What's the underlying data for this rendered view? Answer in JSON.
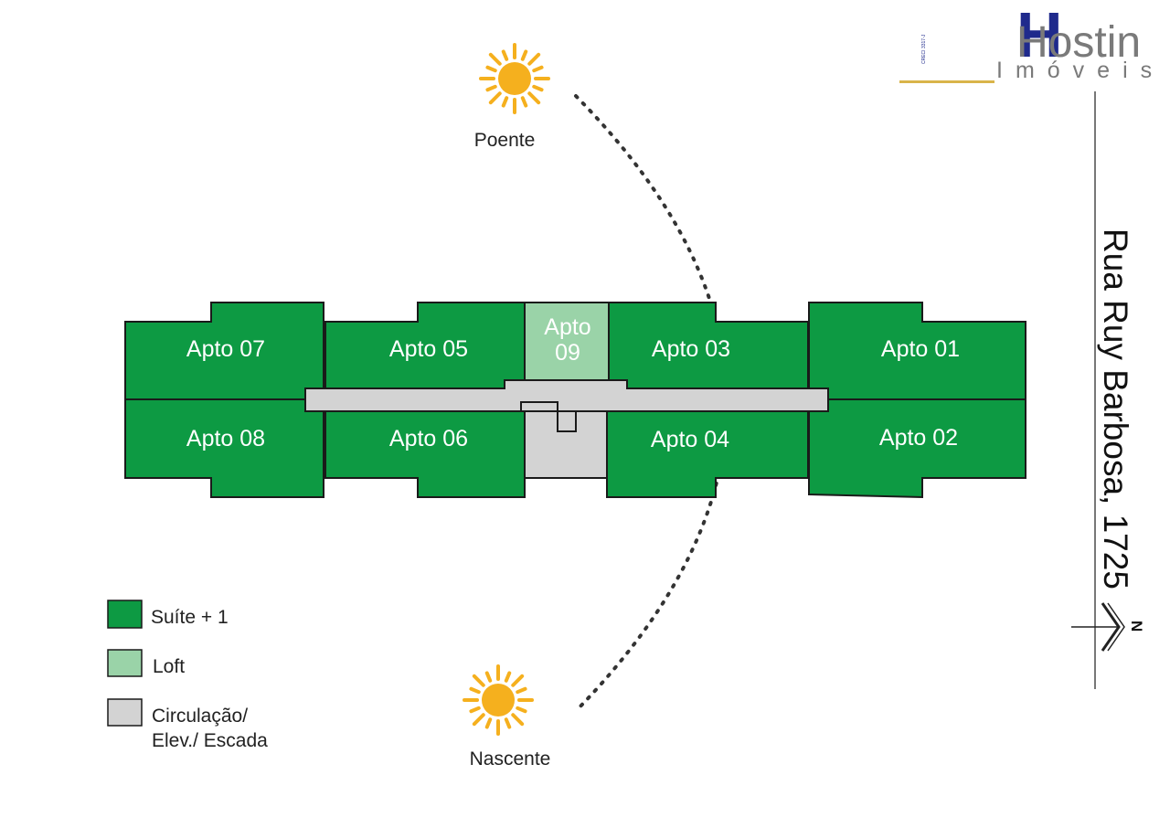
{
  "brand": {
    "letter": "H",
    "name": "Hostin",
    "subtitle": "Imóveis",
    "creci": "CRECI 3317-J",
    "colors": {
      "primary": "#1f2a8c",
      "text": "#7a7a7a",
      "accent": "#d9b44a"
    }
  },
  "sun": {
    "top_label": "Poente",
    "bottom_label": "Nascente",
    "icon": "sun-icon",
    "color": "#f5b01e"
  },
  "street": {
    "name": "Rua Ruy Barbosa, 1725"
  },
  "north": {
    "letter": "N",
    "icon": "north-arrow-icon"
  },
  "apartments": {
    "apto07": "Apto 07",
    "apto05": "Apto 05",
    "apto09_line1": "Apto",
    "apto09_line2": "09",
    "apto03": "Apto 03",
    "apto01": "Apto 01",
    "apto08": "Apto 08",
    "apto06": "Apto 06",
    "apto04": "Apto 04",
    "apto02": "Apto 02"
  },
  "legend": {
    "suite": "Suíte + 1",
    "loft": "Loft",
    "circ_line1": "Circulação/",
    "circ_line2": "Elev./ Escada"
  },
  "colors": {
    "suite": "#0d9a43",
    "loft": "#9ad3a8",
    "circulation": "#d3d3d3",
    "outline": "#1a1a1a"
  }
}
